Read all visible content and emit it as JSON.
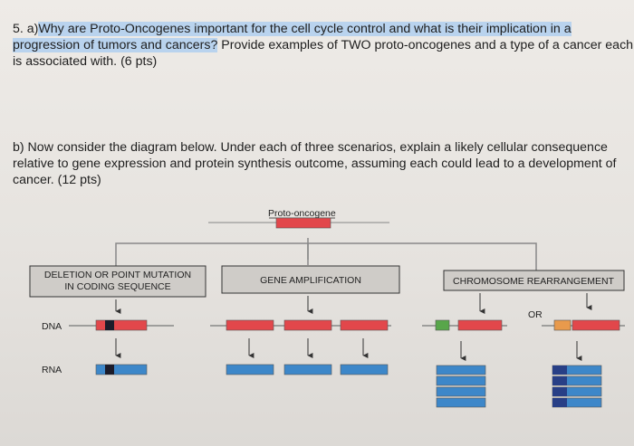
{
  "question_a": {
    "line1_prefix": "5. a)",
    "line1_highlight": "Why are Proto-Oncogenes important for the cell cycle control and what is their implication in a",
    "line2_highlight": "progression of tumors and cancers?",
    "line2_rest": " Provide examples of TWO proto-oncogenes and a type of a cancer each",
    "line3": "is associated with. (6 pts)"
  },
  "question_b": {
    "line1": "b) Now consider the diagram below.  Under each of three scenarios, explain a likely cellular consequence",
    "line2": "relative to gene expression and protein synthesis outcome, assuming each could lead to a development of",
    "line3": "cancer. (12 pts)"
  },
  "diagram": {
    "top_label": "Proto-oncogene",
    "scenario_1": {
      "line1": "DELETION OR POINT MUTATION",
      "line2": "IN CODING SEQUENCE"
    },
    "scenario_2": "GENE AMPLIFICATION",
    "scenario_3": "CHROMOSOME REARRANGEMENT",
    "or_label": "OR",
    "dna_label": "DNA",
    "rna_label": "RNA",
    "colors": {
      "gene_red": "#e2474b",
      "rna_blue": "#3d87c9",
      "mutation_dark": "#1c1c2a",
      "green_segment": "#58a64a",
      "orange_segment": "#e89a4c",
      "navy_segment": "#283f86",
      "highlight": "#b9d3ee"
    }
  }
}
